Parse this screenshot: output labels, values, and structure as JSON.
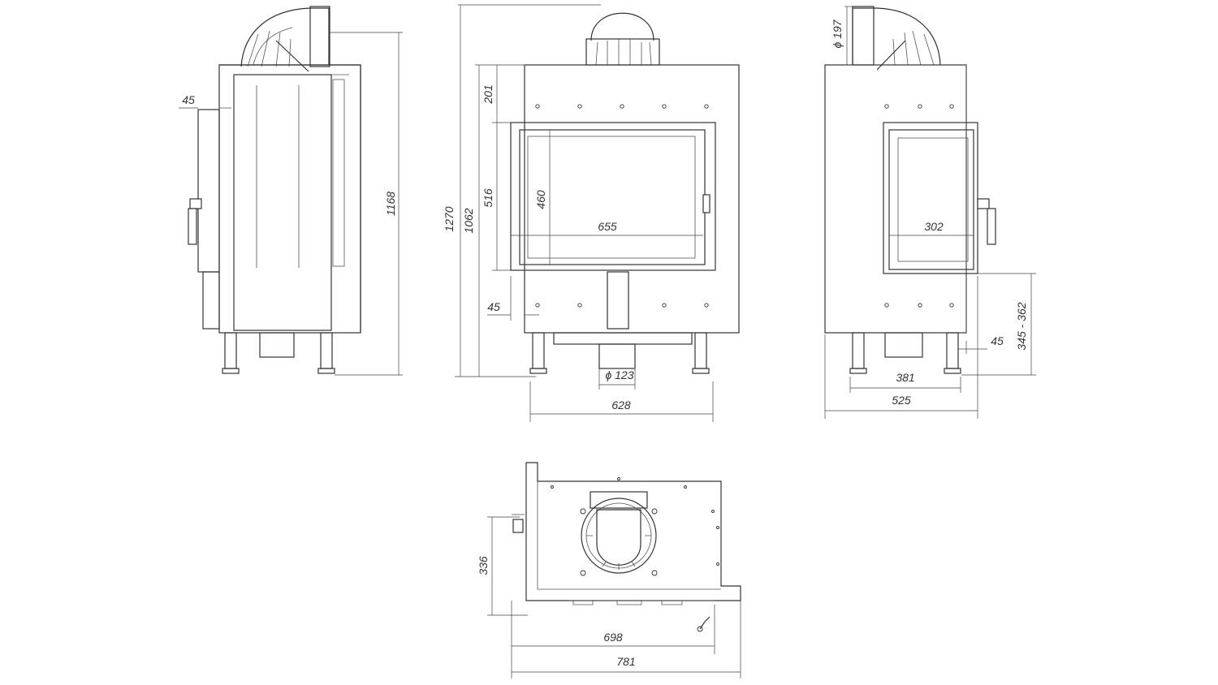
{
  "views": {
    "side_left": {
      "dims": {
        "d45": "45",
        "d1168": "1168"
      }
    },
    "front": {
      "dims": {
        "d1270": "1270",
        "d1062": "1062",
        "d201": "201",
        "d516": "516",
        "d460": "460",
        "d655": "655",
        "d45": "45",
        "d123": "ϕ 123",
        "d628": "628"
      }
    },
    "side_right": {
      "dims": {
        "d197": "ϕ 197",
        "d302": "302",
        "d345": "345 - 362",
        "d45": "45",
        "d381": "381",
        "d525": "525"
      }
    },
    "top": {
      "dims": {
        "d336": "336",
        "d698": "698",
        "d781": "781"
      }
    }
  }
}
